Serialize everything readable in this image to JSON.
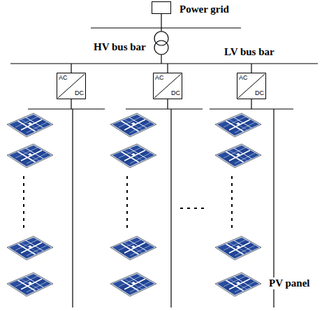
{
  "diagram": {
    "nodes": [
      {
        "text": [
          "Power grid"
        ]
      },
      {
        "text": [
          "AC",
          "DC"
        ]
      },
      {
        "text": [
          "AC",
          "DC"
        ]
      },
      {
        "text": [
          "AC",
          "DC"
        ]
      }
    ],
    "labels": [
      "HV bus bar",
      "LV bus bar",
      "PV panel"
    ]
  }
}
